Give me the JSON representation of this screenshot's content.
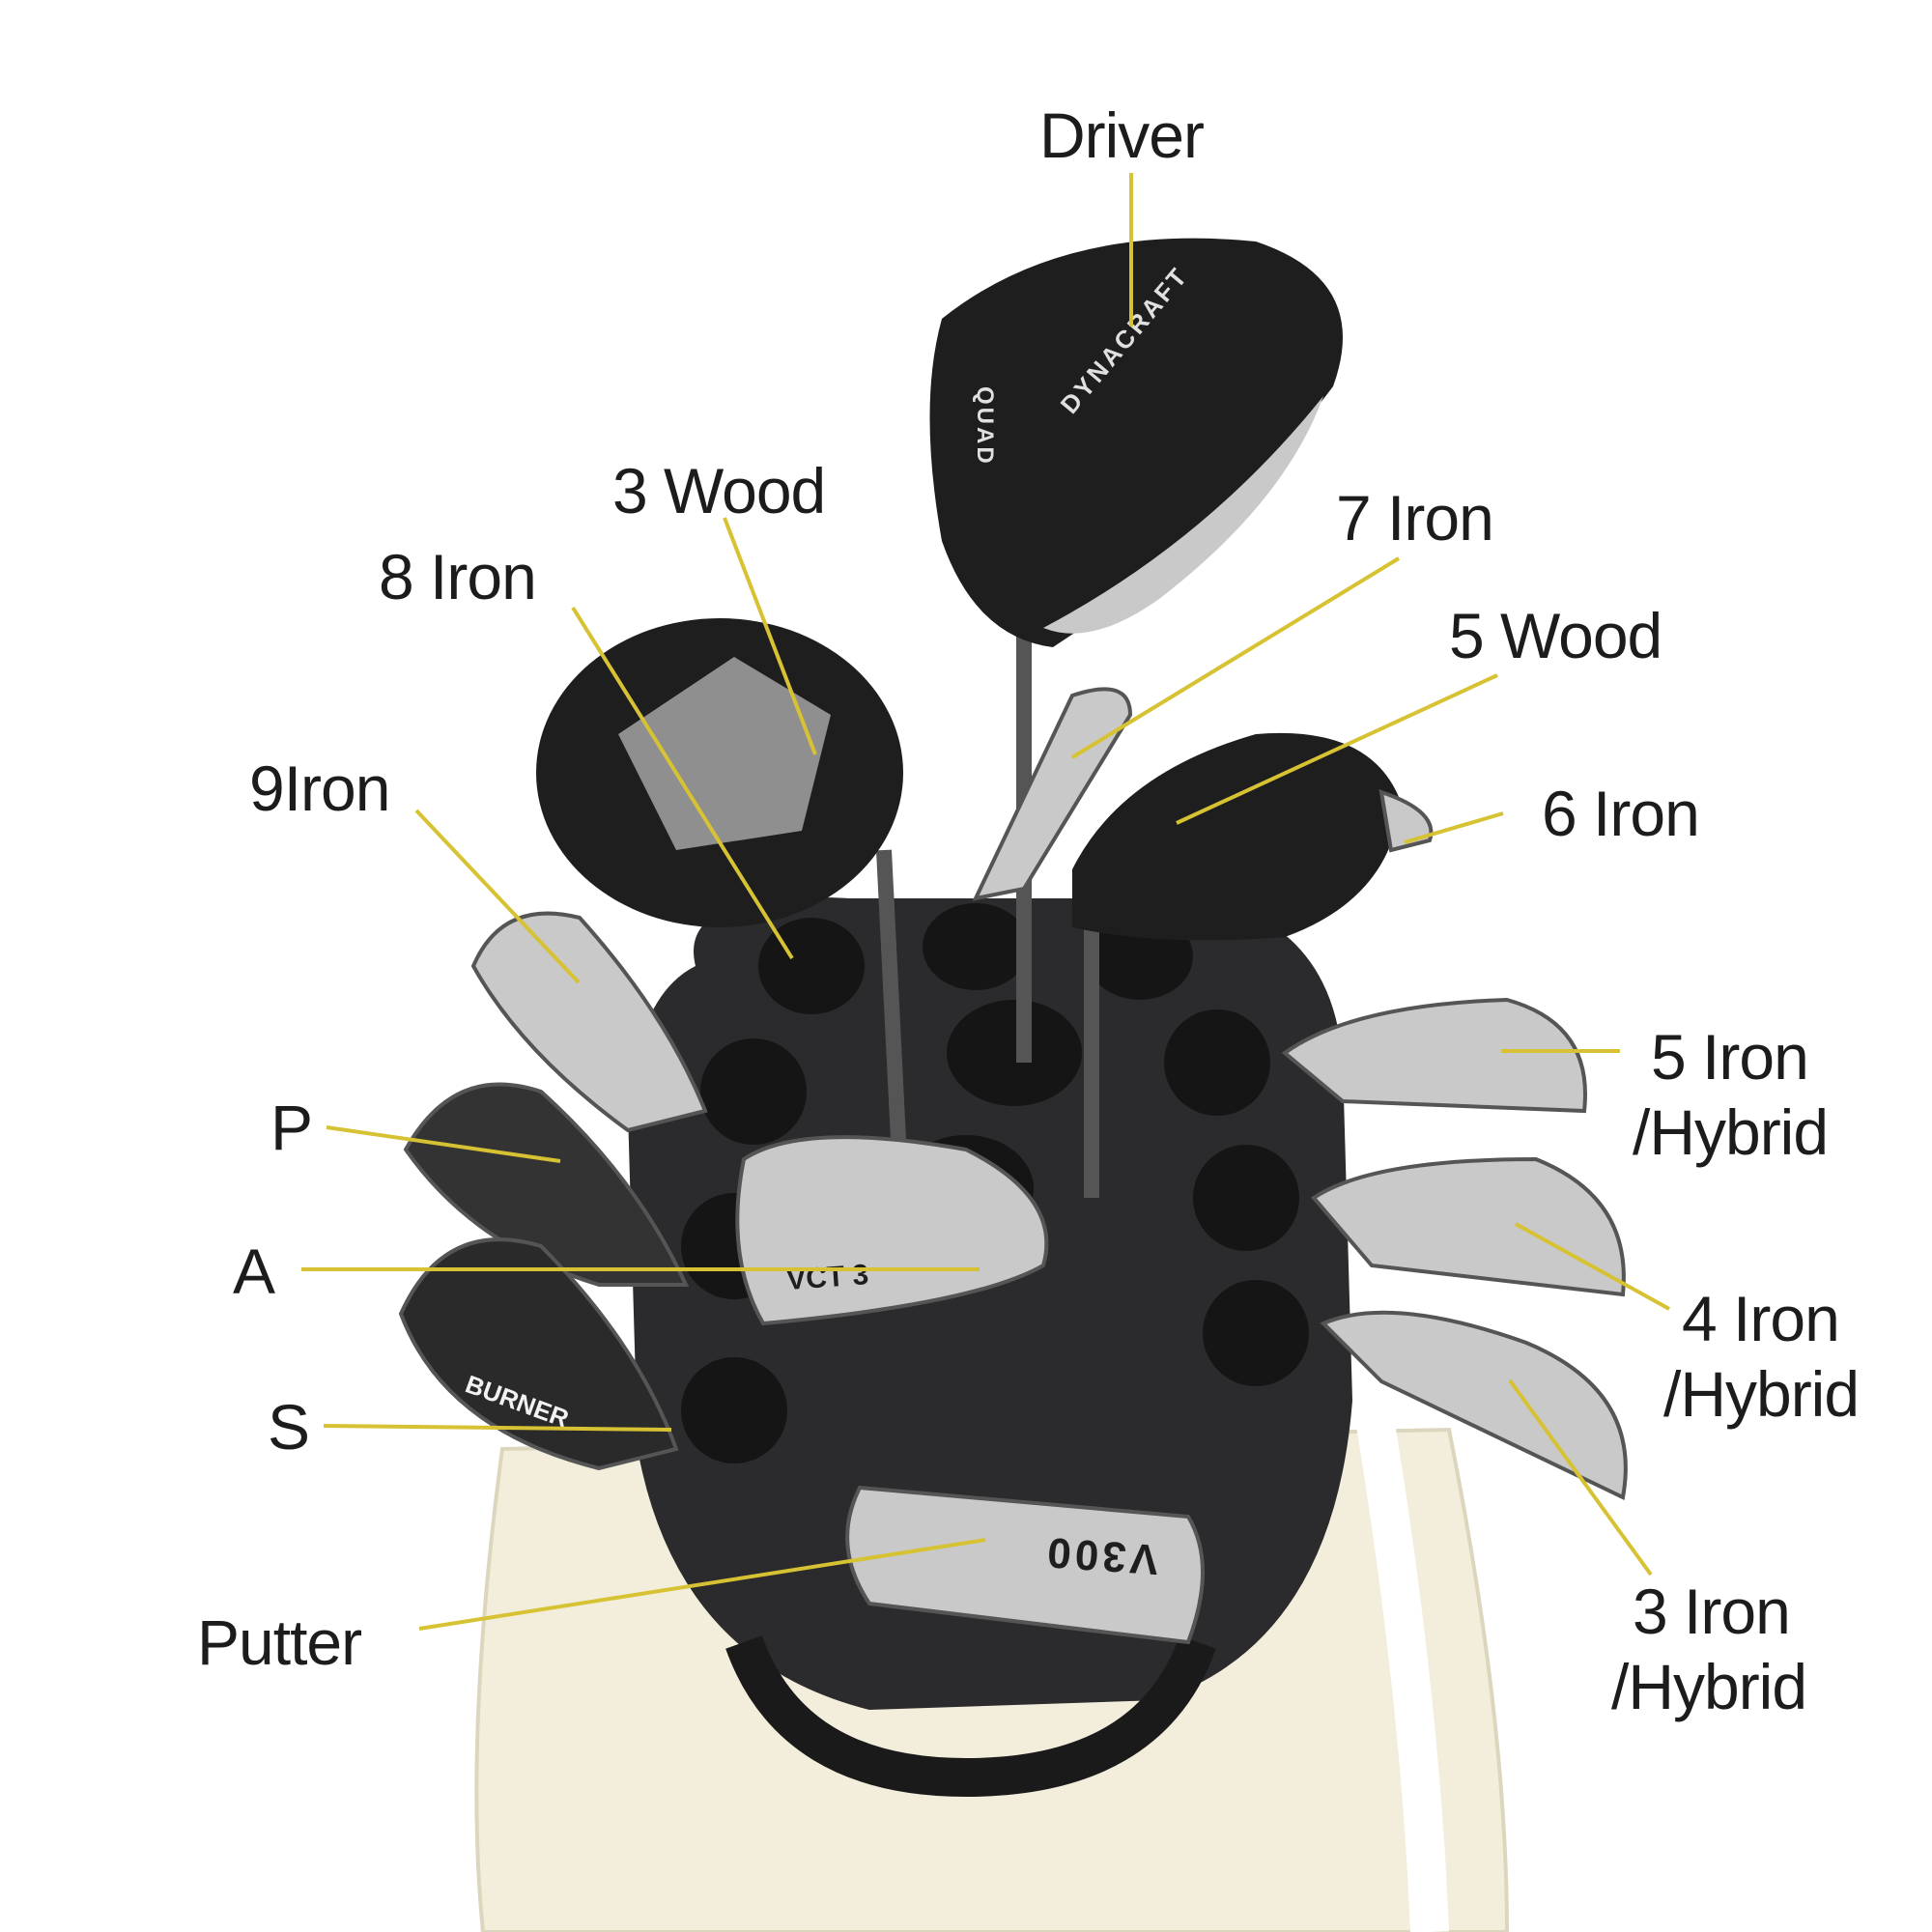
{
  "colors": {
    "leader_line": "#d6c232",
    "label_text": "#1c1c1c",
    "bag_body": "#f3eedc",
    "tray": "#2b2b2d",
    "club_head_dark": "#1e1e1e",
    "club_head_silver": "#c9c9c9"
  },
  "labels": {
    "driver": "Driver",
    "wood3": "3 Wood",
    "iron8": "8 Iron",
    "iron7": "7 Iron",
    "wood5": "5 Wood",
    "iron9": "9Iron",
    "iron6": "6 Iron",
    "iron5": [
      "5 Iron",
      "/Hybrid"
    ],
    "pw": "P",
    "aw": "A",
    "iron4": [
      "4 Iron",
      "/Hybrid"
    ],
    "sw": "S",
    "iron3": [
      "3 Iron",
      "/Hybrid"
    ],
    "putter": "Putter"
  },
  "product_markings": [
    "DYNACRAFT",
    "V300",
    "QUAD",
    "BURNER",
    "VCT 3"
  ]
}
